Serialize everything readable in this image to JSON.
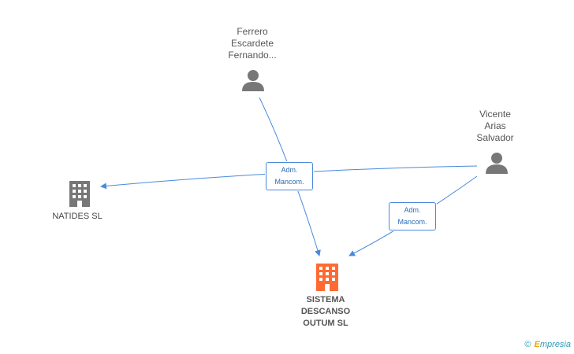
{
  "nodes": {
    "person1": {
      "name": "Ferrero\nEscardete\nFernando...",
      "icon": "person-icon",
      "color": "#777777"
    },
    "person2": {
      "name": "Vicente\nArias\nSalvador",
      "icon": "person-icon",
      "color": "#777777"
    },
    "company1": {
      "name": "NATIDES SL",
      "icon": "building-icon",
      "color": "#777777"
    },
    "focus": {
      "name": "SISTEMA\nDESCANSO\nOUTUM SL",
      "icon": "building-icon",
      "color": "#ff6a33"
    }
  },
  "edge_labels": {
    "adm1": "Adm.\nMancom.",
    "adm2": "Adm.\nMancom."
  },
  "edge_color": "#4a89dc",
  "footer": {
    "copyright": "©",
    "brand_first": "E",
    "brand_rest": "mpresia"
  }
}
